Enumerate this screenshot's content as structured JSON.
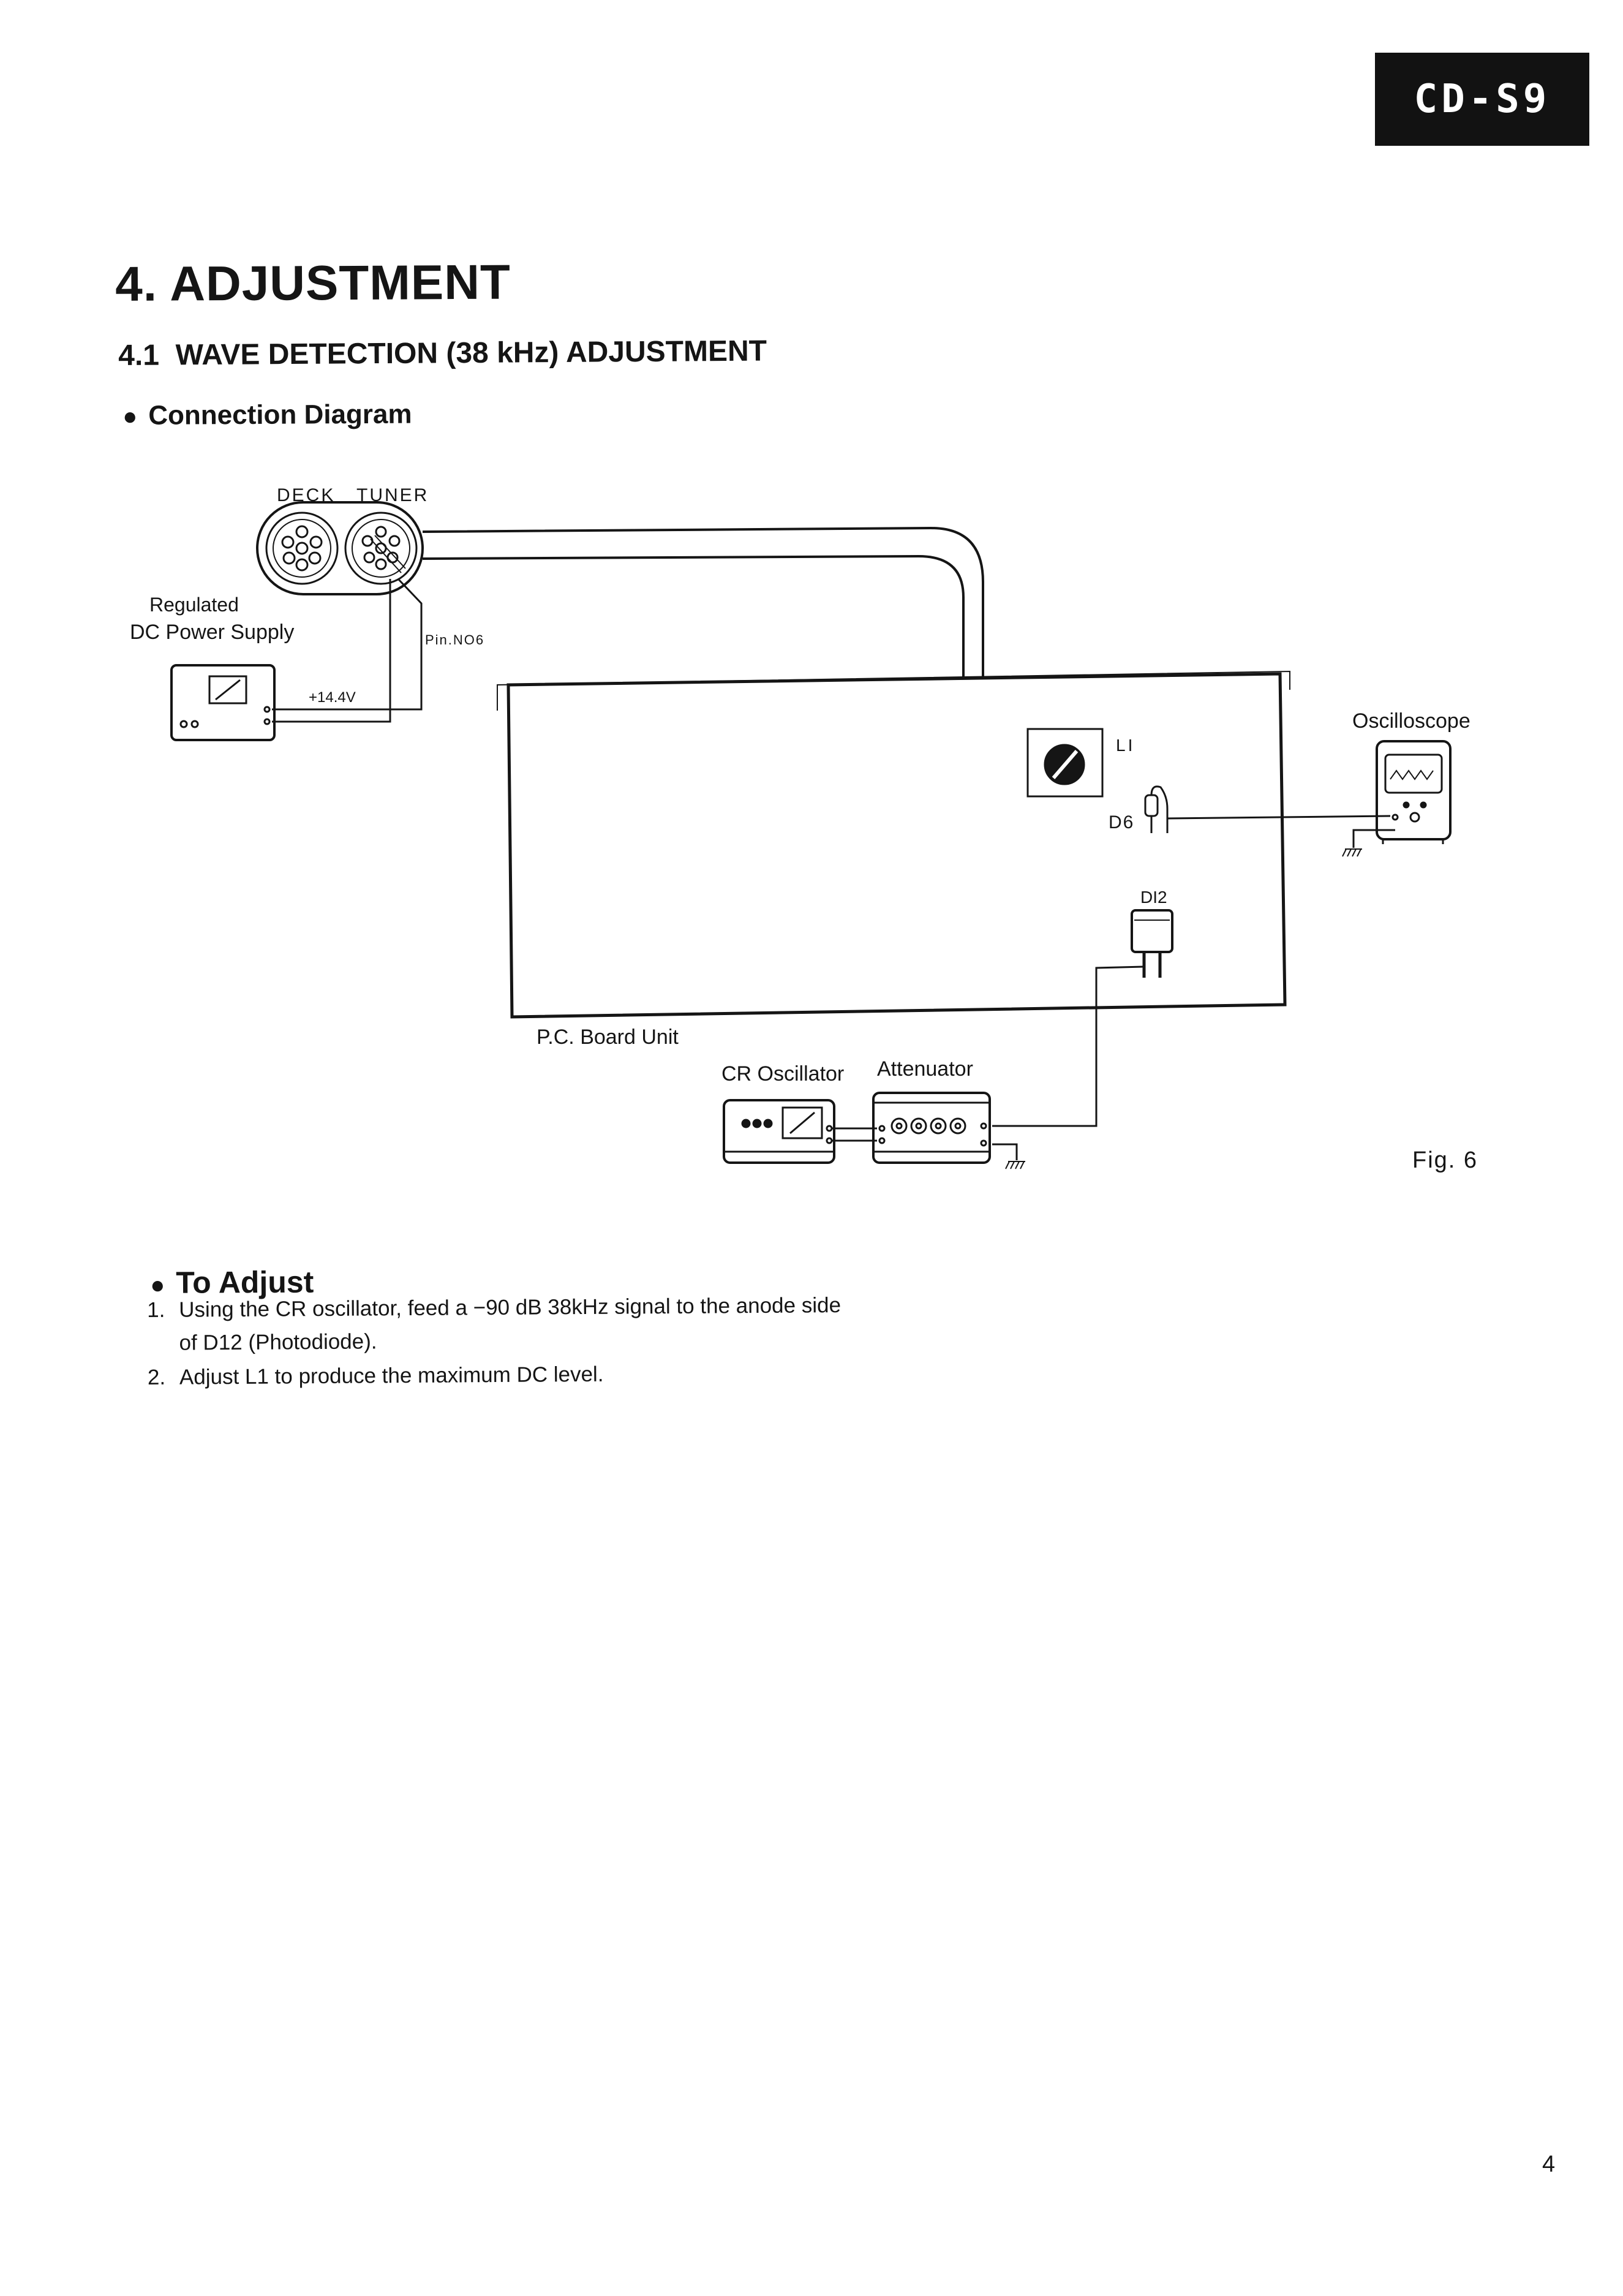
{
  "header": {
    "model": "CD-S9"
  },
  "section": {
    "number": "4.",
    "title": "ADJUSTMENT"
  },
  "subsection": {
    "number": "4.1",
    "title": "WAVE DETECTION (38 kHz) ADJUSTMENT"
  },
  "connection": {
    "heading": "Connection Diagram"
  },
  "diagram": {
    "connector_deck": "DECK",
    "connector_tuner": "TUNER",
    "power_supply_line1": "Regulated",
    "power_supply_line2": "DC Power Supply",
    "voltage": "+14.4V",
    "pin_label": "Pin.NO6",
    "oscilloscope": "Oscilloscope",
    "l1": "LI",
    "d6": "D6",
    "d12": "DI2",
    "pcb": "P.C. Board Unit",
    "cr_oscillator": "CR Oscillator",
    "attenuator": "Attenuator",
    "figure": "Fig. 6"
  },
  "adjust": {
    "heading": "To Adjust",
    "steps": [
      {
        "num": "1.",
        "text": "Using the CR oscillator, feed a −90 dB 38kHz signal to the anode side of D12 (Photodiode)."
      },
      {
        "num": "2.",
        "text": "Adjust L1 to produce the maximum DC level."
      }
    ]
  },
  "footer": {
    "page": "4"
  }
}
